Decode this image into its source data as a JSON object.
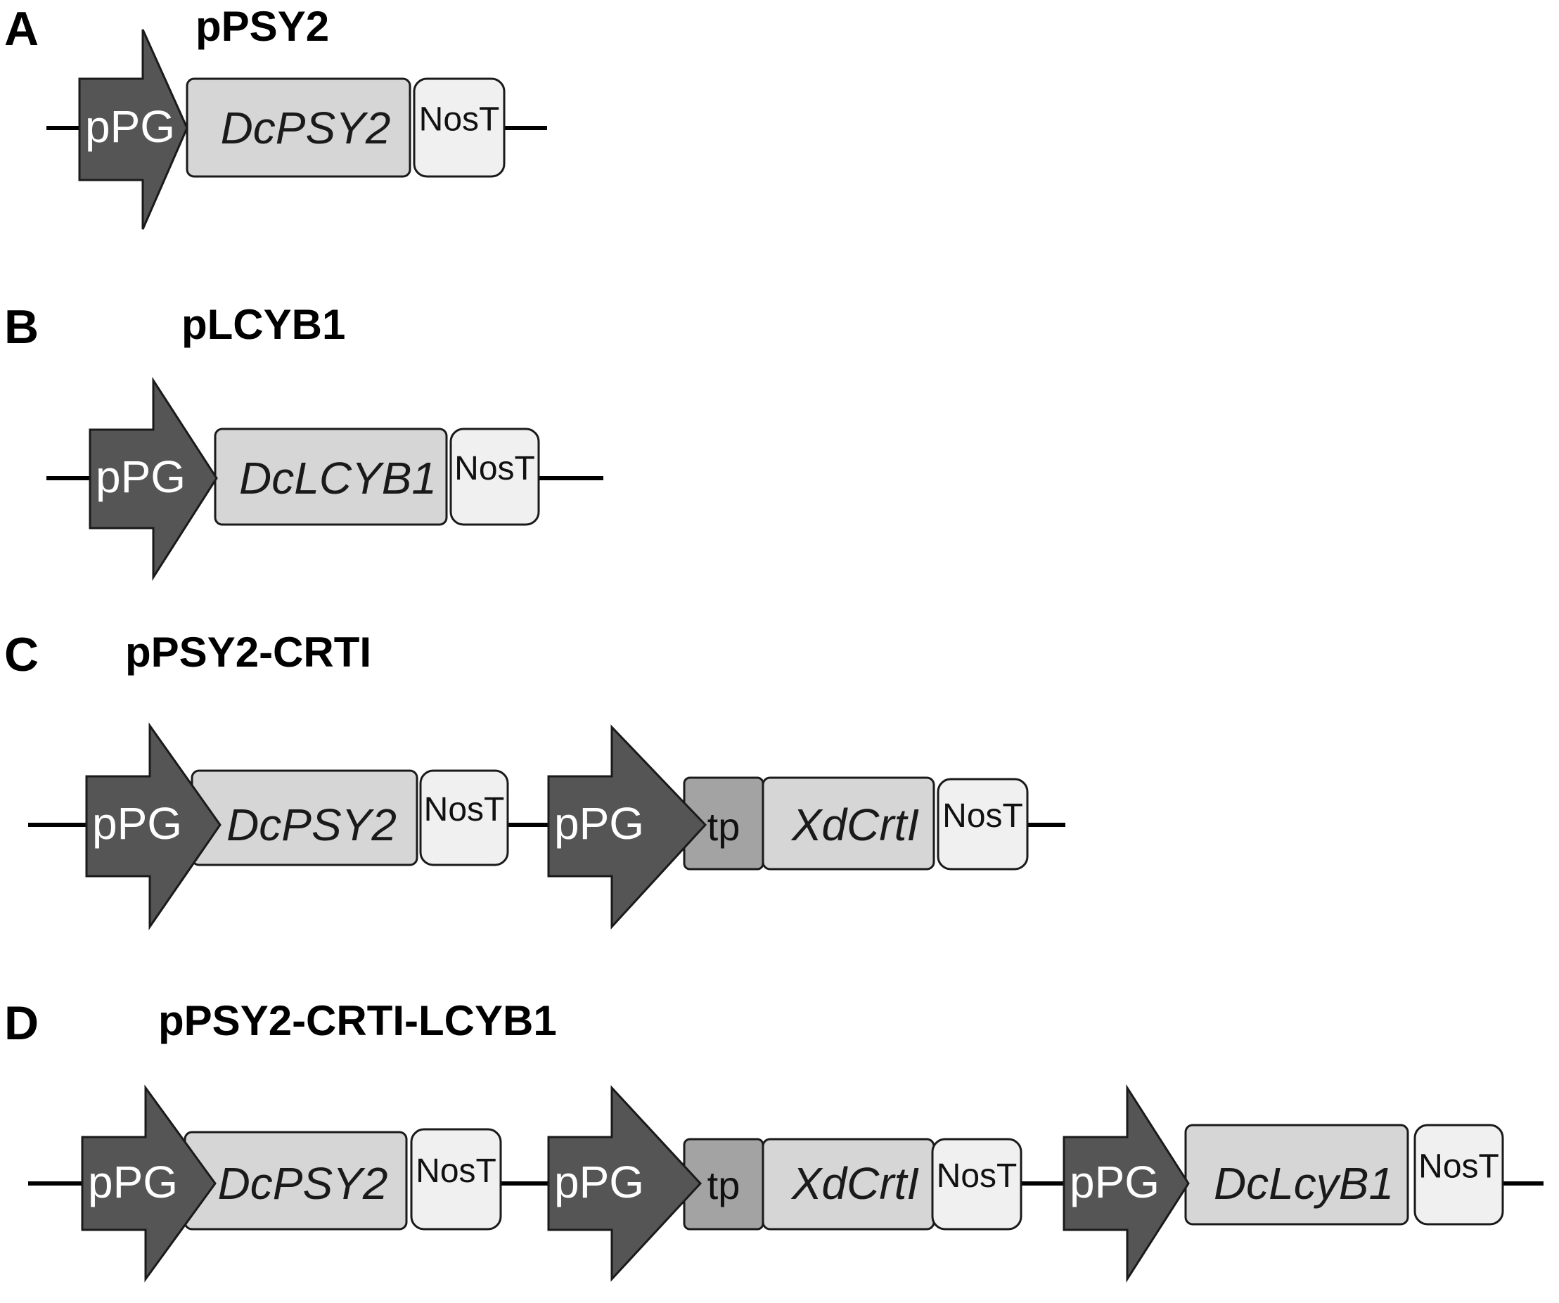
{
  "colors": {
    "promoter": "#555555",
    "gene": "#d6d6d6",
    "terminator": "#f0f0f0",
    "transit_peptide": "#a3a3a3",
    "backbone": "#000000"
  },
  "panels": [
    {
      "letter": "A",
      "name": "pPSY2",
      "cassettes": [
        {
          "promoter": "pPG",
          "gene": "DcPSY2",
          "terminator": "NosT"
        }
      ]
    },
    {
      "letter": "B",
      "name": "pLCYB1",
      "cassettes": [
        {
          "promoter": "pPG",
          "gene": "DcLCYB1",
          "terminator": "NosT"
        }
      ]
    },
    {
      "letter": "C",
      "name": "pPSY2-CRTI",
      "cassettes": [
        {
          "promoter": "pPG",
          "gene": "DcPSY2",
          "terminator": "NosT"
        },
        {
          "promoter": "pPG",
          "transit_peptide": "tp",
          "gene": "XdCrtI",
          "terminator": "NosT"
        }
      ]
    },
    {
      "letter": "D",
      "name": "pPSY2-CRTI-LCYB1",
      "cassettes": [
        {
          "promoter": "pPG",
          "gene": "DcPSY2",
          "terminator": "NosT"
        },
        {
          "promoter": "pPG",
          "transit_peptide": "tp",
          "gene": "XdCrtI",
          "terminator": "NosT"
        },
        {
          "promoter": "pPG",
          "gene": "DcLcyB1",
          "terminator": "NosT"
        }
      ]
    }
  ]
}
